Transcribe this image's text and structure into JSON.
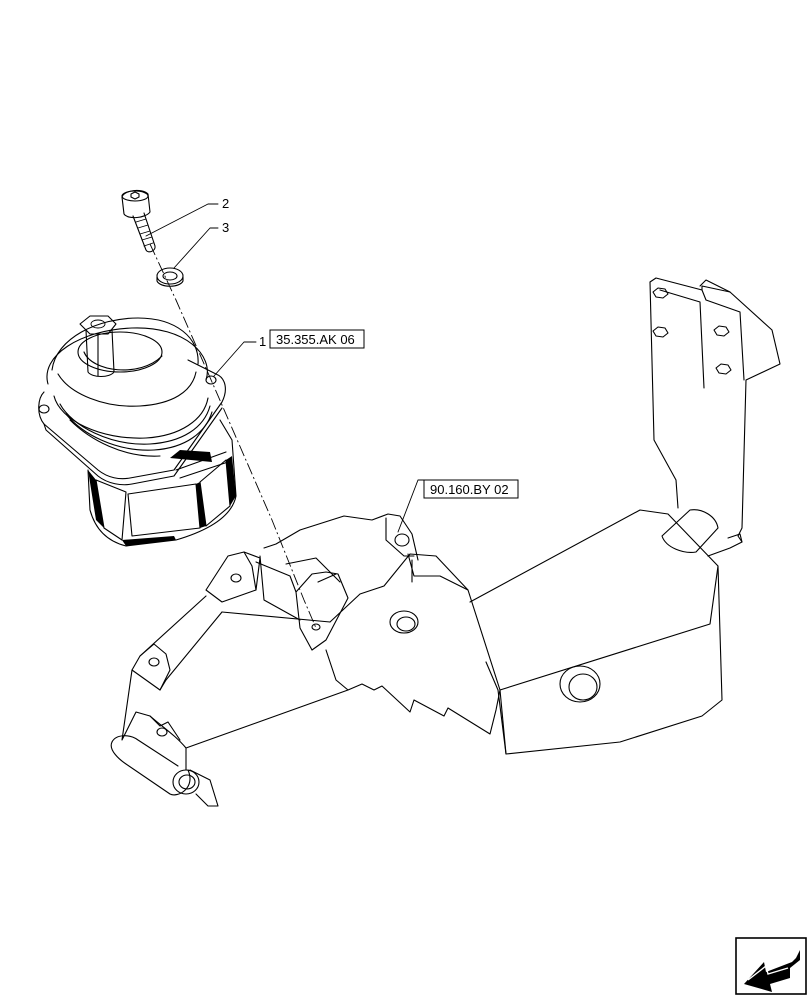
{
  "callouts": {
    "item1": "1",
    "item2": "2",
    "item3": "3"
  },
  "references": {
    "joystick_ref": "35.355.AK 06",
    "bracket_ref": "90.160.BY 02"
  },
  "icons": {
    "corner": "navigation-arrow-icon"
  }
}
